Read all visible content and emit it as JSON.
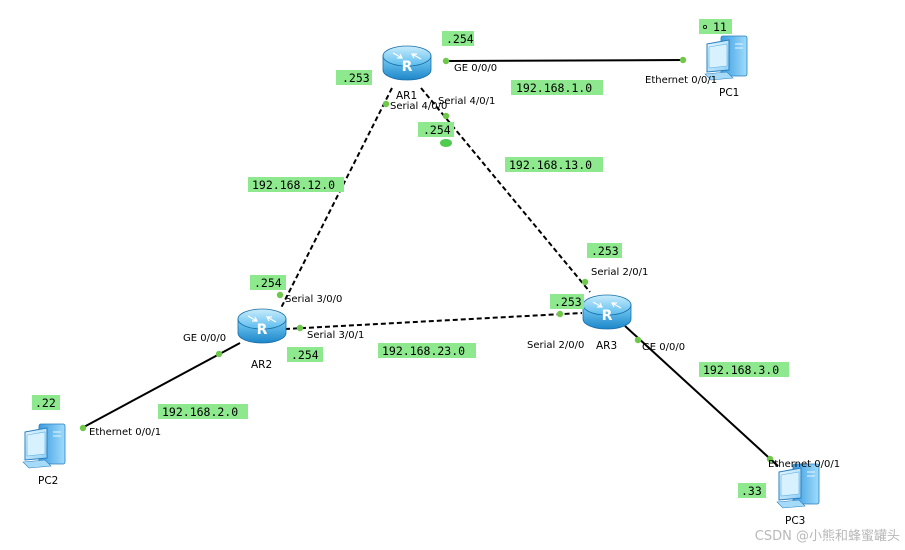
{
  "colors": {
    "label_bg": "#8ee88e",
    "port_dot": "#6ec84a",
    "router_body": "#2f9fe0",
    "pc_body": "#59b4ef",
    "link": "#000000",
    "watermark": "#b8b8b8"
  },
  "devices": {
    "ar1": "AR1",
    "ar2": "AR2",
    "ar3": "AR3",
    "pc1": "PC1",
    "pc2": "PC2",
    "pc3": "PC3",
    "router_glyph": "R"
  },
  "ports": {
    "ar1_ge": "GE 0/0/0",
    "ar1_s400": "Serial 4/0/0",
    "ar1_s401": "Serial 4/0/1",
    "ar2_ge": "GE 0/0/0",
    "ar2_s300": "Serial 3/0/0",
    "ar2_s301": "Serial 3/0/1",
    "ar3_ge": "GE 0/0/0",
    "ar3_s201": "Serial 2/0/1",
    "ar3_s200": "Serial 2/0/0",
    "pc1_eth": "Ethernet 0/0/1",
    "pc2_eth": "Ethernet 0/0/1",
    "pc3_eth": "Ethernet 0/0/1"
  },
  "addresses": {
    "ar1_ge": ".254",
    "ar1_s400": ".253",
    "ar1_s401": ".254",
    "ar2_s300": ".254",
    "ar2_s301": ".254",
    "ar3_s201": ".253",
    "ar3_s200": ".253",
    "pc1": "11",
    "pc2": ".22",
    "pc3": ".33"
  },
  "networks": {
    "net_1": "192.168.1.0",
    "net_12": "192.168.12.0",
    "net_13": "192.168.13.0",
    "net_23": "192.168.23.0",
    "net_2": "192.168.2.0",
    "net_3": "192.168.3.0"
  },
  "watermark": "CSDN @小熊和蜂蜜罐头"
}
